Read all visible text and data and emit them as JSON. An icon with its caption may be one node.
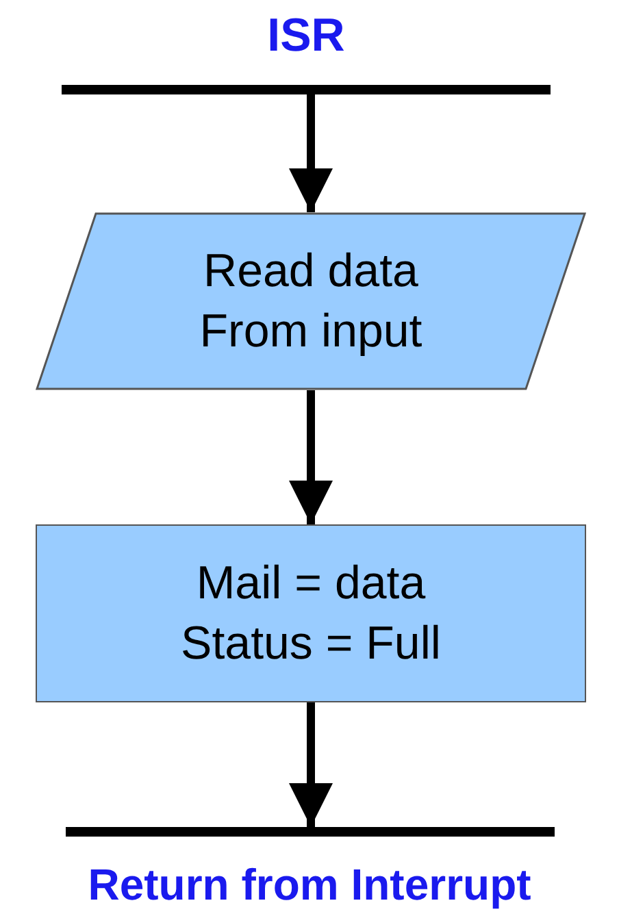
{
  "diagram": {
    "nodes": [
      {
        "text": [
          "ISR"
        ]
      },
      {
        "text": [
          "Read data From input"
        ]
      },
      {
        "text": [
          "Mail = data Status = Full"
        ]
      },
      {
        "text": [
          "Return from Interrupt"
        ]
      }
    ],
    "edges": [
      {
        "from": 0,
        "to": 1,
        "arrow": "to"
      },
      {
        "from": 1,
        "to": 2,
        "arrow": "to"
      },
      {
        "from": 2,
        "to": 3,
        "arrow": "to"
      }
    ]
  }
}
